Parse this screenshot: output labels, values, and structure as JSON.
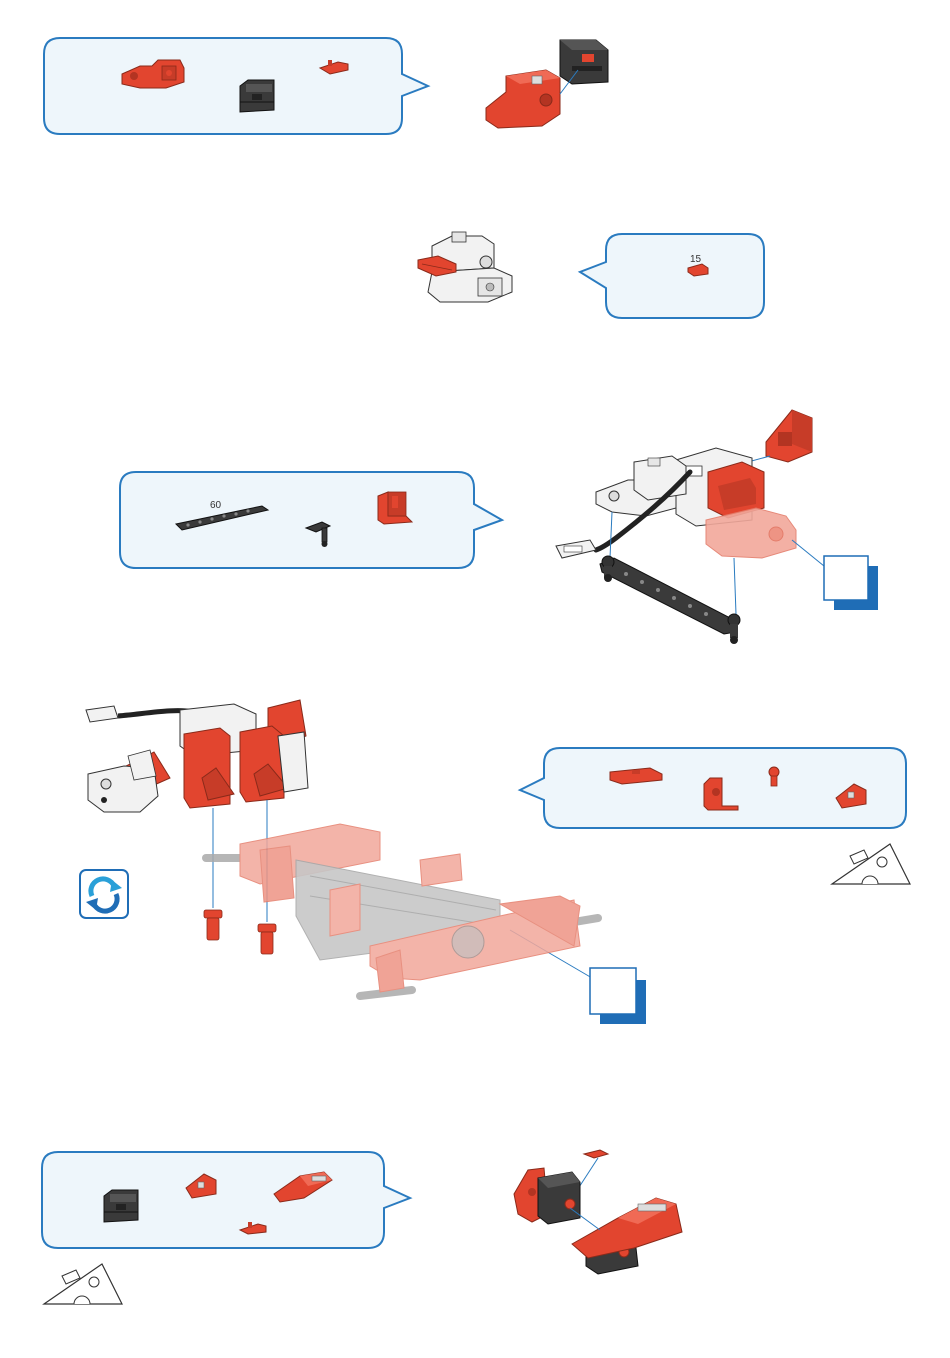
{
  "page": {
    "background": "#ffffff",
    "bubble_border": "#2a7bc0",
    "bubble_fill": "#eef6fb",
    "part_red": "#e2452f",
    "part_dark": "#3a3a3a",
    "part_white": "#f2f2f2",
    "ghost_red": "#f2a89b",
    "step_box_blue": "#1f6db6"
  },
  "steps": [
    {
      "id": "step-1",
      "parts_bubble": {
        "parts": [
          "red-bracket-icon",
          "black-building-block-icon",
          "red-small-plate-icon"
        ]
      },
      "result_icon": "red-bracket-with-black-block-assembly-icon"
    },
    {
      "id": "step-2",
      "parts_bubble": {
        "parts": [
          "red-plate-15-icon"
        ],
        "labels": [
          "15"
        ]
      },
      "result_icon": "white-bracket-with-red-plate-assembly-icon"
    },
    {
      "id": "step-3",
      "parts_bubble": {
        "parts": [
          "black-strut-60-icon",
          "black-connector-peg-icon",
          "red-angle-holder-icon"
        ],
        "labels": [
          "60"
        ]
      },
      "result_icon": "motor-bracket-with-strut-and-cable-icon"
    },
    {
      "id": "step-4",
      "parts_bubble": {
        "parts": [
          "red-flat-plate-icon",
          "red-angle-bracket-icon",
          "red-peg-icon",
          "red-wedge-block-icon"
        ]
      },
      "result_icon": "motor-module-mounted-on-chassis-icon",
      "rotate_icon": "rotate-model-icon",
      "attention_icon": "cheese-wedge-icon"
    },
    {
      "id": "step-5",
      "parts_bubble": {
        "parts": [
          "black-building-block-icon",
          "red-wedge-block-icon",
          "red-angled-wedge-with-axle-icon",
          "red-small-plate-icon"
        ]
      },
      "result_icon": "red-wedge-and-black-block-assembly-icon",
      "attention_icon": "cheese-wedge-icon"
    }
  ]
}
